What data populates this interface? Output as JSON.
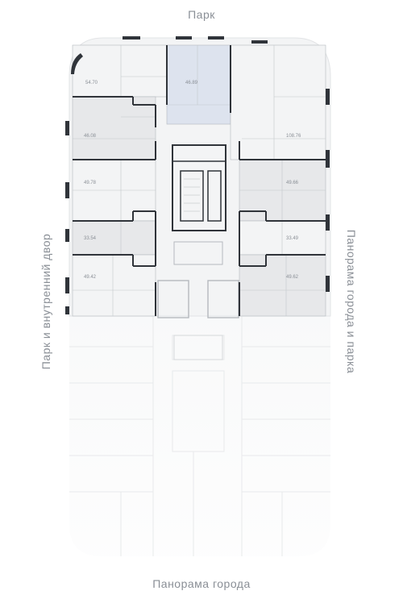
{
  "directions": {
    "top": "Парк",
    "bottom": "Панорама города",
    "left": "Парк и внутренний двор",
    "right": "Панорама города и парка"
  },
  "colors": {
    "background": "#ffffff",
    "floor_fill": "#f3f4f5",
    "apartment_fill": "#e7e8ea",
    "selected_fill": "#dde3ee",
    "wall": "#30343a",
    "inner_line": "#b5b9be",
    "label": "#8a8f96"
  },
  "apartments": [
    {
      "id": "apt-1",
      "area": "54.70",
      "selected": false,
      "shaded": false
    },
    {
      "id": "apt-2",
      "area": "46.89",
      "selected": true,
      "shaded": false
    },
    {
      "id": "apt-3",
      "area": "46.08",
      "selected": false,
      "shaded": true
    },
    {
      "id": "apt-4",
      "area": "108.76",
      "selected": false,
      "shaded": false
    },
    {
      "id": "apt-5",
      "area": "49.78",
      "selected": false,
      "shaded": false
    },
    {
      "id": "apt-6",
      "area": "49.66",
      "selected": false,
      "shaded": true
    },
    {
      "id": "apt-7",
      "area": "33.54",
      "selected": false,
      "shaded": true
    },
    {
      "id": "apt-8",
      "area": "33.49",
      "selected": false,
      "shaded": false
    },
    {
      "id": "apt-9",
      "area": "49.42",
      "selected": false,
      "shaded": false
    },
    {
      "id": "apt-10",
      "area": "49.62",
      "selected": false,
      "shaded": true
    }
  ]
}
